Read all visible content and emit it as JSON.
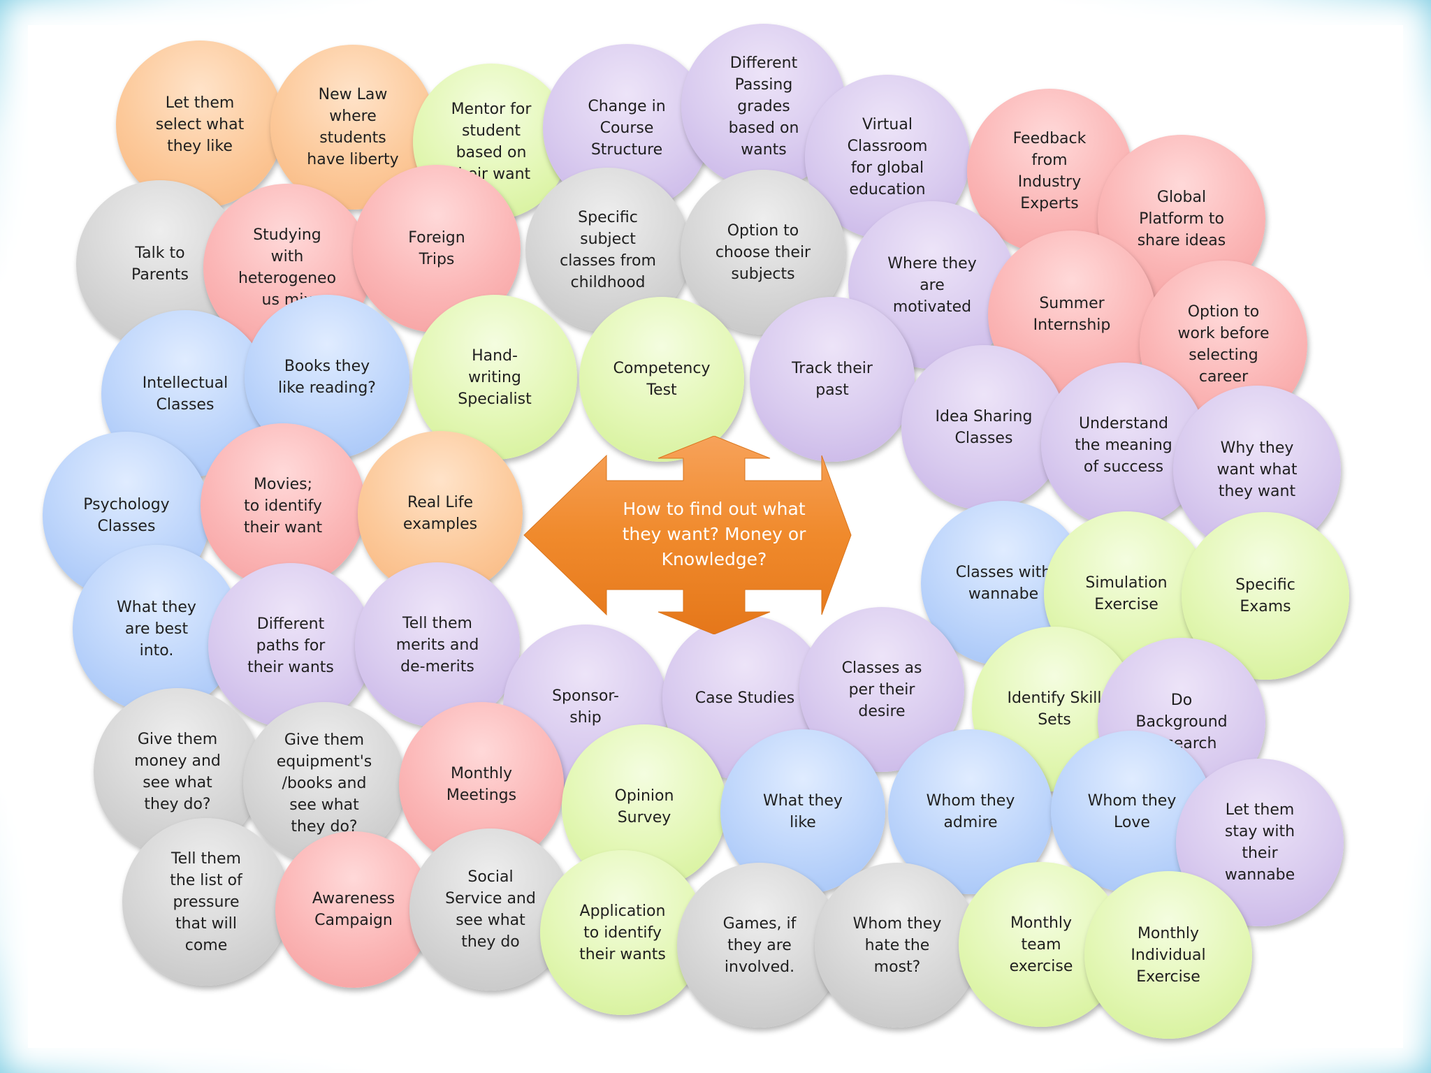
{
  "center": {
    "text": "How to find out what\nthey  want? Money or\nKnowledge?"
  },
  "bubbles": [
    {
      "id": "let-them-select",
      "text": "Let them\nselect what\nthey like",
      "color": "orange"
    },
    {
      "id": "new-law",
      "text": "New Law\nwhere\nstudents\nhave liberty",
      "color": "orange"
    },
    {
      "id": "mentor",
      "text": "Mentor for\nstudent\nbased on\ntheir want",
      "color": "green"
    },
    {
      "id": "change-course",
      "text": "Change in\nCourse\nStructure",
      "color": "purple"
    },
    {
      "id": "different-passing",
      "text": "Different\nPassing\ngrades\nbased on\nwants",
      "color": "purple"
    },
    {
      "id": "virtual-classroom",
      "text": "Virtual\nClassroom\nfor global\neducation",
      "color": "purple"
    },
    {
      "id": "feedback",
      "text": "Feedback\nfrom\nIndustry\nExperts",
      "color": "pink"
    },
    {
      "id": "global-platform",
      "text": "Global\nPlatform to\nshare ideas",
      "color": "pink"
    },
    {
      "id": "talk-parents",
      "text": "Talk to\nParents",
      "color": "gray"
    },
    {
      "id": "studying-mix",
      "text": "Studying\nwith\nheterogeneo\nus mix",
      "color": "pink"
    },
    {
      "id": "foreign-trips",
      "text": "Foreign\nTrips",
      "color": "pink"
    },
    {
      "id": "specific-subject",
      "text": "Specific\nsubject\nclasses from\nchildhood",
      "color": "gray"
    },
    {
      "id": "option-choose",
      "text": "Option to\nchoose their\nsubjects",
      "color": "gray"
    },
    {
      "id": "where-motivated",
      "text": "Where they\nare\nmotivated",
      "color": "purple"
    },
    {
      "id": "summer-internship",
      "text": "Summer\nInternship",
      "color": "pink"
    },
    {
      "id": "option-work",
      "text": "Option to\nwork before\nselecting\ncareer",
      "color": "pink"
    },
    {
      "id": "intellectual-classes",
      "text": "Intellectual\nClasses",
      "color": "blue"
    },
    {
      "id": "books",
      "text": "Books they\nlike reading?",
      "color": "blue"
    },
    {
      "id": "handwriting",
      "text": "Hand-\nwriting\nSpecialist",
      "color": "green"
    },
    {
      "id": "competency-test",
      "text": "Competency\nTest",
      "color": "green"
    },
    {
      "id": "track-past",
      "text": "Track their\npast",
      "color": "purple"
    },
    {
      "id": "idea-sharing",
      "text": "Idea Sharing\nClasses",
      "color": "purple"
    },
    {
      "id": "meaning-success",
      "text": "Understand\nthe meaning\nof success",
      "color": "purple"
    },
    {
      "id": "why-want",
      "text": "Why they\nwant what\nthey want",
      "color": "purple"
    },
    {
      "id": "psychology-classes",
      "text": "Psychology\nClasses",
      "color": "blue"
    },
    {
      "id": "movies",
      "text": "Movies;\nto identify\ntheir want",
      "color": "pink"
    },
    {
      "id": "real-life",
      "text": "Real Life\nexamples",
      "color": "orange"
    },
    {
      "id": "classes-wannabe",
      "text": "Classes with\nwannabe",
      "color": "blue"
    },
    {
      "id": "simulation",
      "text": "Simulation\nExercise",
      "color": "green"
    },
    {
      "id": "specific-exams",
      "text": "Specific\nExams",
      "color": "green"
    },
    {
      "id": "best-into",
      "text": "What they\nare best\ninto.",
      "color": "blue"
    },
    {
      "id": "different-paths",
      "text": "Different\npaths for\ntheir wants",
      "color": "purple"
    },
    {
      "id": "merits",
      "text": "Tell them\nmerits and\nde-merits",
      "color": "purple"
    },
    {
      "id": "sponsorship",
      "text": "Sponsor-\nship",
      "color": "purple"
    },
    {
      "id": "case-studies",
      "text": "Case Studies",
      "color": "purple"
    },
    {
      "id": "classes-desire",
      "text": "Classes as\nper their\ndesire",
      "color": "purple"
    },
    {
      "id": "identify-skill",
      "text": "Identify Skill\nSets",
      "color": "green"
    },
    {
      "id": "background-research",
      "text": "Do\nBackground\nResearch",
      "color": "purple"
    },
    {
      "id": "give-money",
      "text": "Give them\nmoney and\nsee what\nthey do?",
      "color": "gray"
    },
    {
      "id": "give-equipment",
      "text": "Give them\nequipment's\n/books and\nsee what\nthey do?",
      "color": "gray"
    },
    {
      "id": "monthly-meetings",
      "text": "Monthly\nMeetings",
      "color": "pink"
    },
    {
      "id": "opinion-survey",
      "text": "Opinion\nSurvey",
      "color": "green"
    },
    {
      "id": "what-like",
      "text": "What they\nlike",
      "color": "blue"
    },
    {
      "id": "whom-admire",
      "text": "Whom they\nadmire",
      "color": "blue"
    },
    {
      "id": "whom-love",
      "text": "Whom they\nLove",
      "color": "blue"
    },
    {
      "id": "stay-wannabe",
      "text": "Let them\nstay with\ntheir\nwannabe",
      "color": "purple"
    },
    {
      "id": "pressure",
      "text": "Tell them\nthe list of\npressure\nthat will\ncome",
      "color": "gray"
    },
    {
      "id": "awareness",
      "text": "Awareness\nCampaign",
      "color": "pink"
    },
    {
      "id": "social-service",
      "text": "Social\nService and\nsee what\nthey do",
      "color": "gray"
    },
    {
      "id": "application",
      "text": "Application\nto identify\ntheir wants",
      "color": "green"
    },
    {
      "id": "games",
      "text": "Games, if\nthey are\ninvolved.",
      "color": "gray"
    },
    {
      "id": "whom-hate",
      "text": "Whom they\nhate the\nmost?",
      "color": "gray"
    },
    {
      "id": "monthly-team",
      "text": "Monthly\nteam\nexercise",
      "color": "green"
    },
    {
      "id": "monthly-individual",
      "text": "Monthly\nIndividual\nExercise",
      "color": "green"
    }
  ]
}
